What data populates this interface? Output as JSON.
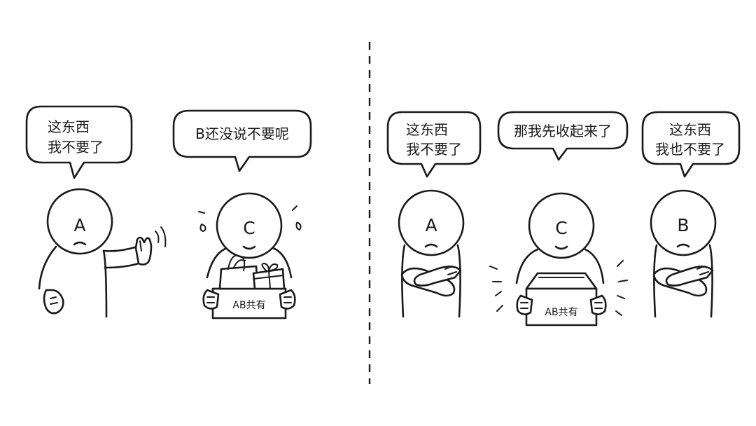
{
  "left_panel": {
    "bubble_a": {
      "line1": "这东西",
      "line2": "我不要了"
    },
    "bubble_c": {
      "line1": "B还没说不要呢"
    },
    "char_a": {
      "letter": "A"
    },
    "char_c": {
      "letter": "C"
    },
    "box_label": "AB共有"
  },
  "right_panel": {
    "bubble_a": {
      "line1": "这东西",
      "line2": "我不要了"
    },
    "bubble_c": {
      "line1": "那我先收起来了"
    },
    "bubble_b": {
      "line1": "这东西",
      "line2": "我也不要了"
    },
    "char_a": {
      "letter": "A"
    },
    "char_c": {
      "letter": "C"
    },
    "char_b": {
      "letter": "B"
    },
    "box_label": "AB共有"
  }
}
